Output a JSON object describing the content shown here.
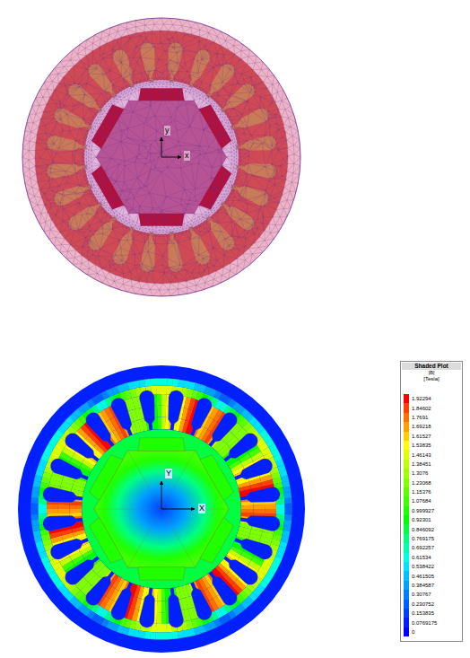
{
  "diagram": {
    "labels": [
      "y",
      "x",
      "Y",
      "X",
      "Shaded Plot",
      "|B|",
      "[Tesla]"
    ],
    "legend": [
      {
        "text": "1.92294",
        "color": "#ff0000"
      },
      {
        "text": "1.84602",
        "color": "#ff4000"
      },
      {
        "text": "1.7691",
        "color": "#ff7000"
      },
      {
        "text": "1.69218",
        "color": "#ffa000"
      },
      {
        "text": "1.61527",
        "color": "#ffd000"
      },
      {
        "text": "1.53835",
        "color": "#ffff00"
      },
      {
        "text": "1.46143",
        "color": "#e0ff00"
      },
      {
        "text": "1.38451",
        "color": "#c0ff00"
      },
      {
        "text": "1.3076",
        "color": "#a0ff00"
      },
      {
        "text": "1.23068",
        "color": "#80ff00"
      },
      {
        "text": "1.15376",
        "color": "#60ff00"
      },
      {
        "text": "1.07684",
        "color": "#40ff00"
      },
      {
        "text": "0.999927",
        "color": "#20ff00"
      },
      {
        "text": "0.92301",
        "color": "#00ff00"
      },
      {
        "text": "0.846092",
        "color": "#00ff40"
      },
      {
        "text": "0.769175",
        "color": "#00ff80"
      },
      {
        "text": "0.692257",
        "color": "#00ffb0"
      },
      {
        "text": "0.61534",
        "color": "#00ffe0"
      },
      {
        "text": "0.538422",
        "color": "#00e0ff"
      },
      {
        "text": "0.461505",
        "color": "#00c0ff"
      },
      {
        "text": "0.384587",
        "color": "#00a0ff"
      },
      {
        "text": "0.30767",
        "color": "#0080ff"
      },
      {
        "text": "0.230752",
        "color": "#0060ff"
      },
      {
        "text": "0.153835",
        "color": "#0040ff"
      },
      {
        "text": "0.0769175",
        "color": "#0020ff"
      },
      {
        "text": "0",
        "color": "#0000ff"
      }
    ]
  }
}
